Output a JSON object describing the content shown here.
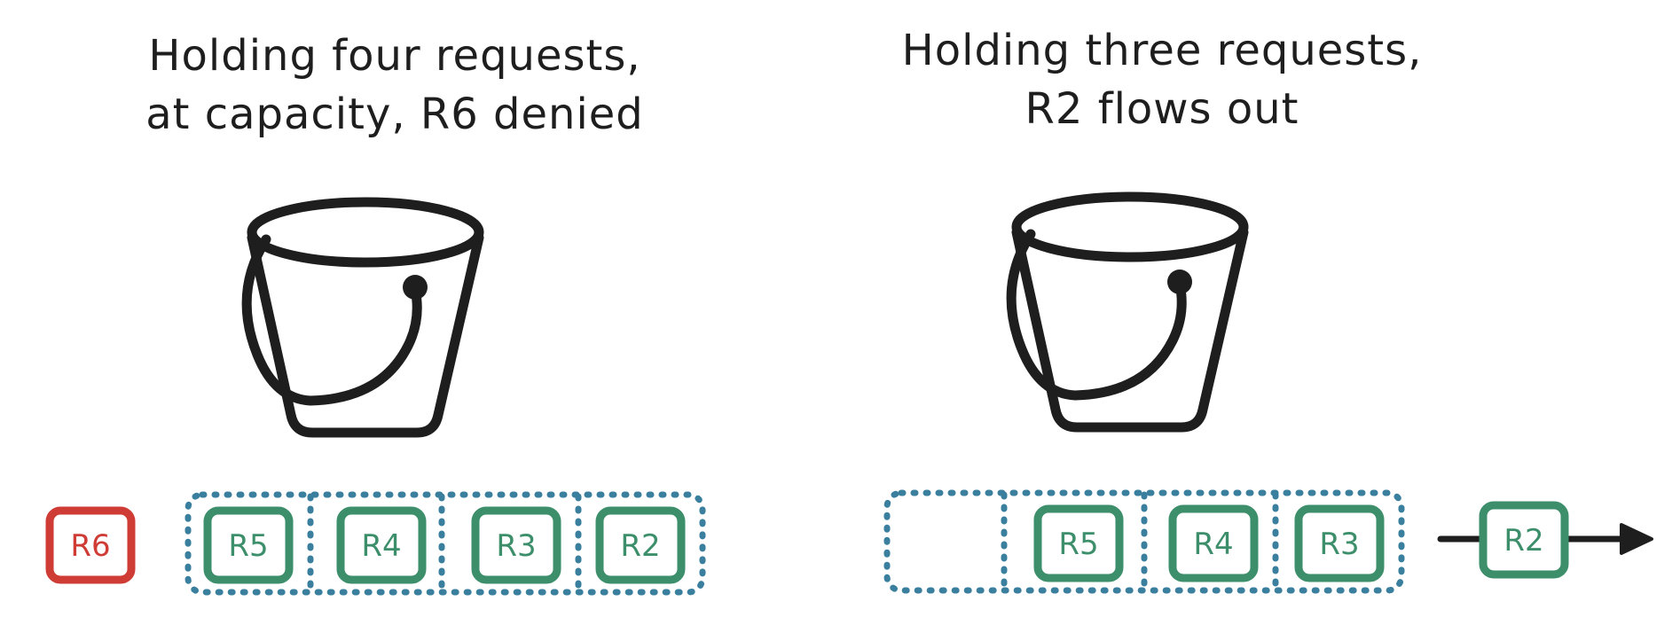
{
  "colors": {
    "ink": "#1e1e1e",
    "queued": "#3d8f6b",
    "denied": "#cf3b35",
    "slot_border": "#3a7f9e"
  },
  "left_panel": {
    "title_lines": [
      "Holding four requests,",
      "at capacity, R6 denied"
    ],
    "denied_request": "R6",
    "bucket_requests": [
      "R5",
      "R4",
      "R3",
      "R2"
    ]
  },
  "right_panel": {
    "title_lines": [
      "Holding three requests,",
      "R2 flows out"
    ],
    "bucket_requests": [
      "",
      "R5",
      "R4",
      "R3"
    ],
    "outflow_request": "R2"
  },
  "icons": [
    "bucket-icon",
    "arrow-right-icon"
  ]
}
